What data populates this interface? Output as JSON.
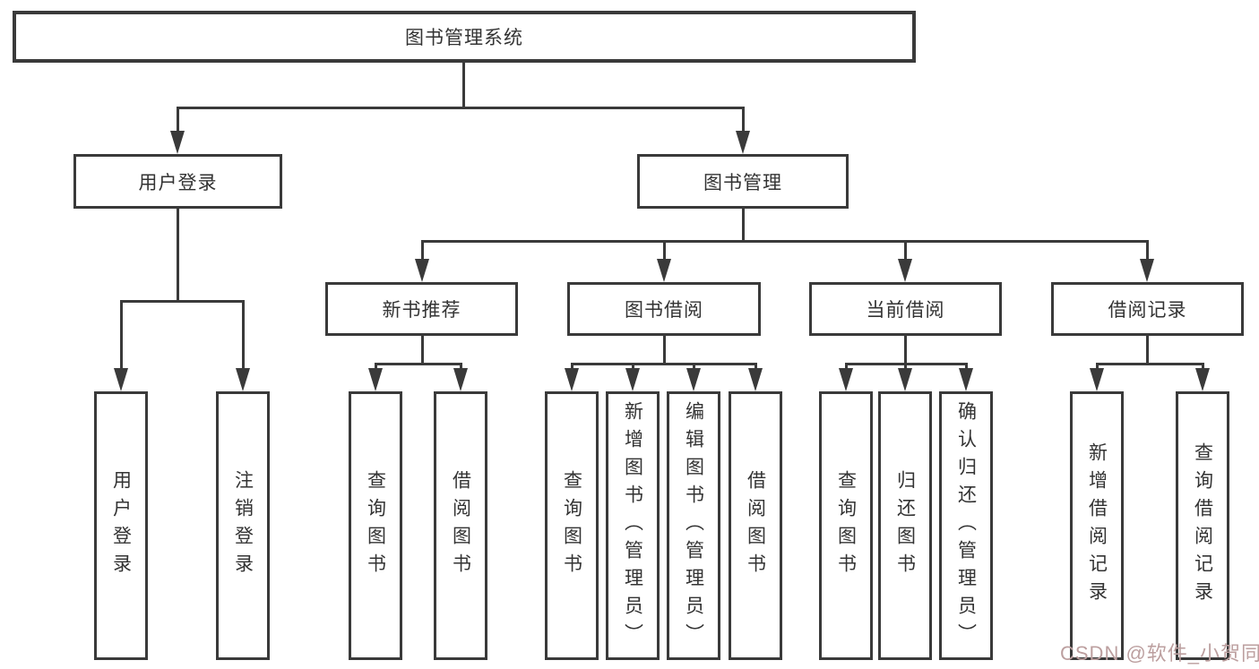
{
  "tree": {
    "label": "图书管理系统",
    "children": [
      {
        "label": "用户登录",
        "children": [
          {
            "label": "用户登录"
          },
          {
            "label": "注销登录"
          }
        ]
      },
      {
        "label": "图书管理",
        "children": [
          {
            "label": "新书推荐",
            "children": [
              {
                "label": "查询图书"
              },
              {
                "label": "借阅图书"
              }
            ]
          },
          {
            "label": "图书借阅",
            "children": [
              {
                "label": "查询图书"
              },
              {
                "label": "新增图书（管理员）"
              },
              {
                "label": "编辑图书（管理员）"
              },
              {
                "label": "借阅图书"
              }
            ]
          },
          {
            "label": "当前借阅",
            "children": [
              {
                "label": "查询图书"
              },
              {
                "label": "归还图书"
              },
              {
                "label": "确认归还（管理员）"
              }
            ]
          },
          {
            "label": "借阅记录",
            "children": [
              {
                "label": "新增借阅记录"
              },
              {
                "label": "查询借阅记录"
              }
            ]
          }
        ]
      }
    ]
  },
  "watermark": {
    "text": "CSDN @软件_小贺同学"
  },
  "colors": {
    "line": "#3a3a3a",
    "text": "#333333",
    "background": "#ffffff",
    "watermark": "#bc9f9f"
  }
}
